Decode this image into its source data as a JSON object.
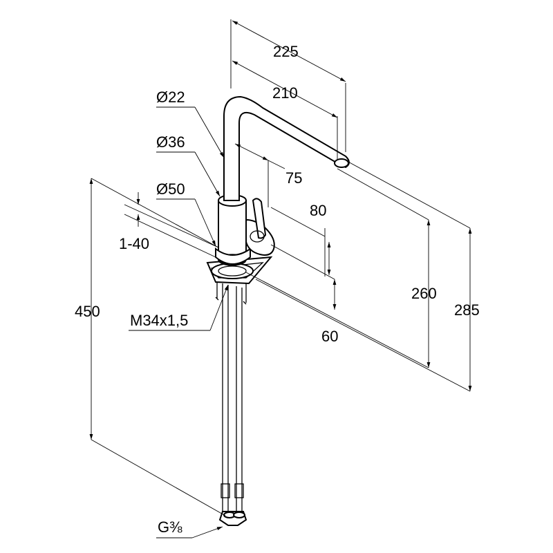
{
  "dimensions": {
    "d225": "225",
    "d210": "210",
    "d22": "Ø22",
    "d36": "Ø36",
    "d75": "75",
    "d50": "Ø50",
    "d80": "80",
    "d1_40": "1-40",
    "d260": "260",
    "d285": "285",
    "d450": "450",
    "m34": "M34x1,5",
    "d60": "60",
    "g38": "G⅜"
  }
}
